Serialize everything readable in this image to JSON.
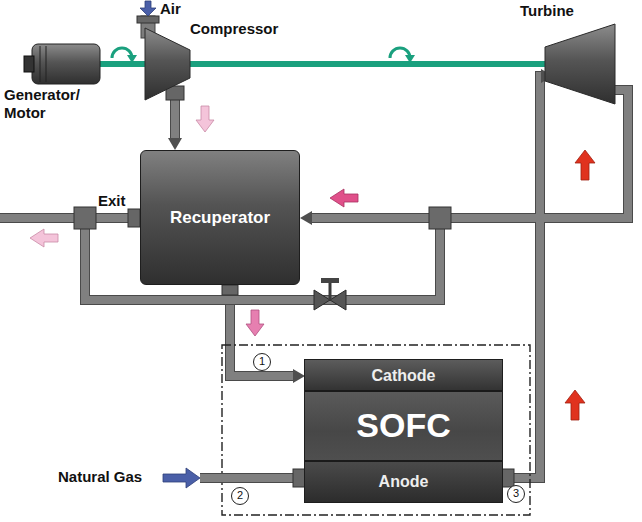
{
  "diagram": {
    "nodes": [
      {
        "text": [
          "Compressor"
        ]
      },
      {
        "text": [
          "Generator/ Motor"
        ]
      },
      {
        "text": [
          "Turbine"
        ]
      },
      {
        "text": [
          "Recuperator"
        ]
      },
      {
        "text": [
          "SOFC"
        ]
      },
      {
        "text": [
          "Cathode"
        ],
        "in": 4
      },
      {
        "text": [
          "Anode"
        ],
        "in": 4
      }
    ],
    "edges": [
      {
        "from": 1,
        "to": 0,
        "arrow": "none"
      },
      {
        "from": 0,
        "to": 2,
        "arrow": "none"
      },
      {
        "from": 0,
        "to": 3,
        "arrow": "to"
      },
      {
        "from": 3,
        "to": 5,
        "arrow": "to"
      },
      {
        "from": 4,
        "to": 2,
        "arrow": "to"
      },
      {
        "from": 2,
        "to": 3,
        "arrow": "to"
      }
    ],
    "labels": [
      "Air",
      "Exit",
      "1",
      "Natural Gas",
      "2",
      "3"
    ]
  }
}
